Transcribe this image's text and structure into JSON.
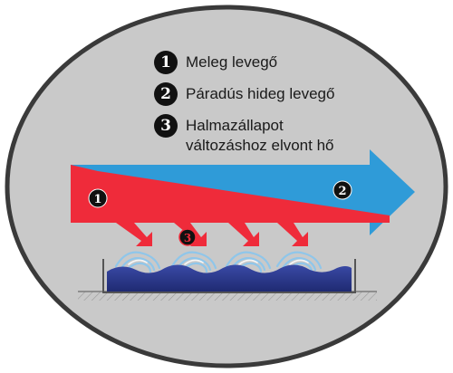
{
  "legend": [
    {
      "number": "1",
      "label": "Meleg levegő"
    },
    {
      "number": "2",
      "label": "Páradús hideg levegő"
    },
    {
      "number": "3",
      "label": "Halmazállapot\nváltozáshoz elvont hő"
    }
  ],
  "markers": {
    "warm_air": "1",
    "humid_cold_air": "2",
    "latent_heat": "3"
  },
  "colors": {
    "background_ellipse": "#c9c9c9",
    "ellipse_border": "#3a3a3a",
    "warm_air": "#ef2b3a",
    "cold_air": "#2f9bd8",
    "water": "#2e3b8f",
    "badge": "#111111"
  }
}
